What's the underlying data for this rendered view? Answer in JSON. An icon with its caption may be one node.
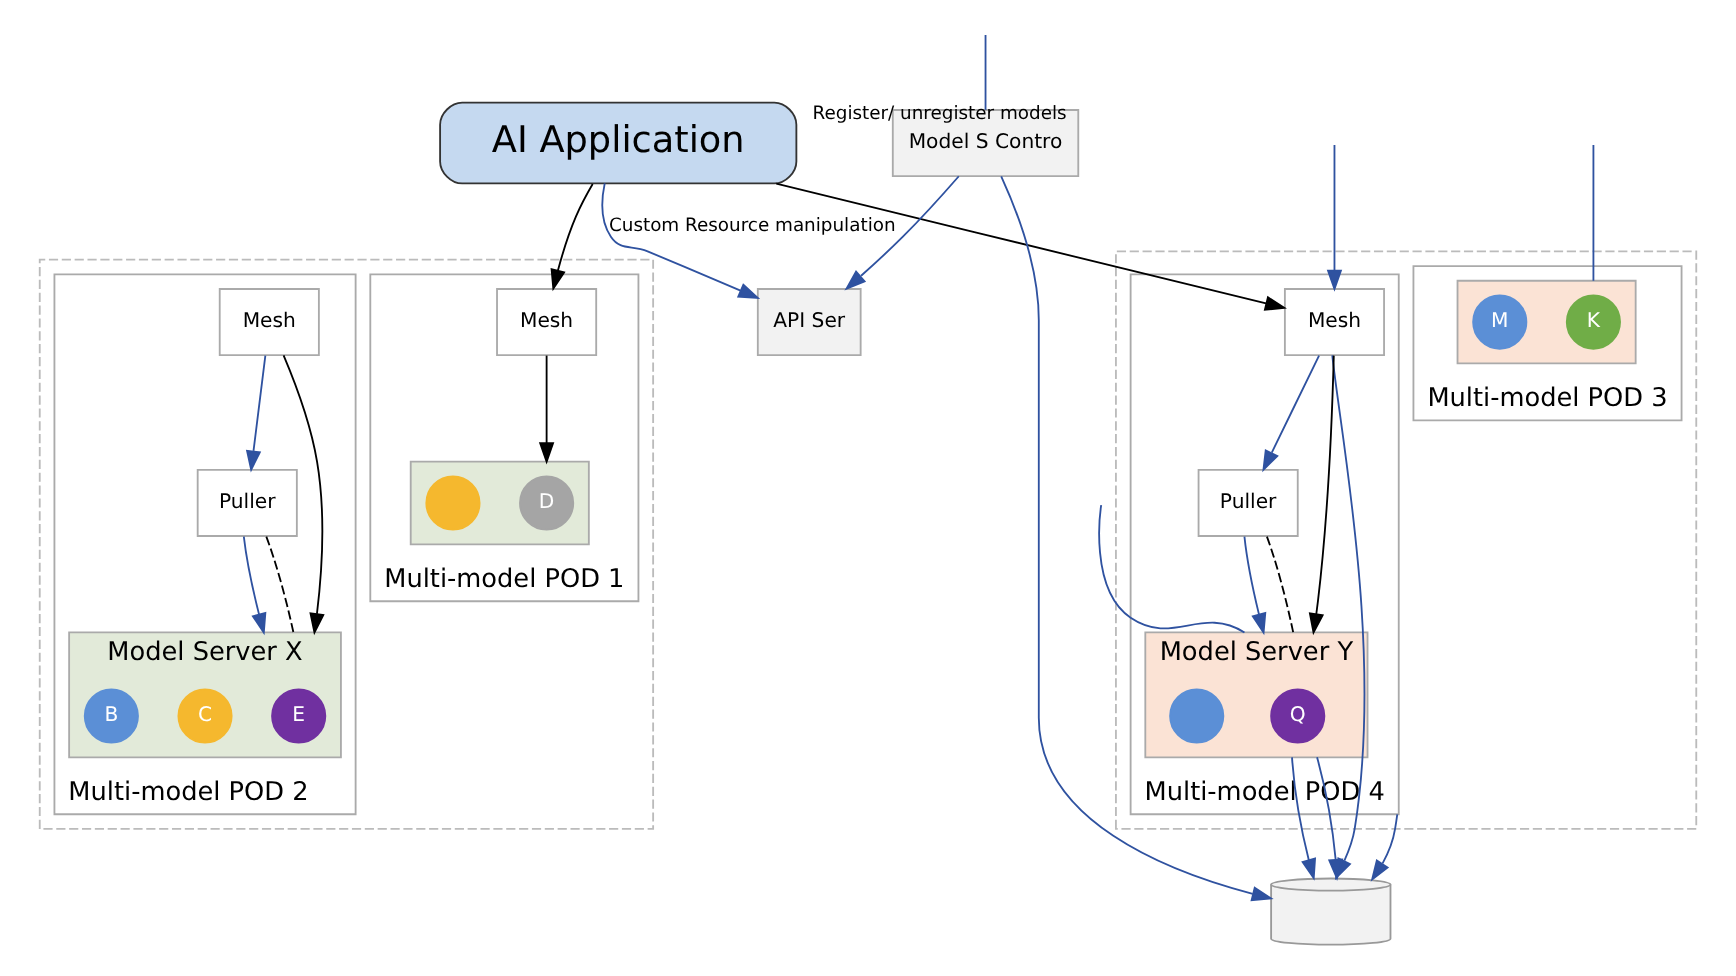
{
  "diagram": {
    "nodes": [
      {
        "text": [
          "AI Application"
        ]
      },
      {
        "text": [
          "API Ser"
        ]
      },
      {
        "text": [
          "Model S Contro"
        ]
      },
      {
        "text": [],
        "shape": "cylinder"
      },
      {
        "text": [],
        "shape": "box"
      },
      {
        "text": [
          "Multi-model POD 1"
        ],
        "in": 4
      },
      {
        "text": [
          "Mesh"
        ],
        "in": 5
      },
      {
        "text": [],
        "shape": "box",
        "in": 5
      },
      {
        "text": [
          "D"
        ],
        "in": 7
      },
      {
        "text": [],
        "shape": "circle",
        "in": 7
      },
      {
        "text": [
          "Multi-model POD 2"
        ],
        "in": 4
      },
      {
        "text": [
          "Mesh"
        ],
        "in": 10
      },
      {
        "text": [
          "Puller"
        ],
        "in": 10
      },
      {
        "text": [
          "Model Server X"
        ],
        "in": 10
      },
      {
        "text": [
          "E"
        ],
        "in": 13
      },
      {
        "text": [
          "C"
        ],
        "in": 13
      },
      {
        "text": [
          "B"
        ],
        "in": 13
      },
      {
        "text": [],
        "shape": "box"
      },
      {
        "text": [
          "Multi-model POD 3"
        ],
        "in": 17
      },
      {
        "text": [],
        "shape": "box",
        "in": 18
      },
      {
        "text": [
          "K"
        ],
        "in": 19
      },
      {
        "text": [
          "M"
        ],
        "in": 19
      },
      {
        "text": [
          "Multi-model POD 4"
        ],
        "in": 17
      },
      {
        "text": [
          "Mesh"
        ],
        "in": 22
      },
      {
        "text": [
          "Puller"
        ],
        "in": 22
      },
      {
        "text": [
          "Model Server Y"
        ],
        "in": 22
      },
      {
        "text": [
          "Q"
        ],
        "in": 25
      },
      {
        "text": [],
        "shape": "circle",
        "in": 25
      }
    ],
    "edges": [
      {
        "from": 0,
        "to": 1,
        "arrow": "to",
        "label": "Custom Resource manipulation"
      },
      {
        "from": 0,
        "to": 6,
        "arrow": "to",
        "color": "#000000"
      },
      {
        "from": 0,
        "to": 23,
        "arrow": "to",
        "color": "#000000"
      },
      {
        "from": null,
        "to": 23,
        "arrow": "to"
      },
      {
        "from": null,
        "to": 2,
        "arrow": "none",
        "label": "Register/ unregister models"
      },
      {
        "from": 2,
        "to": 1,
        "arrow": "to"
      },
      {
        "from": 2,
        "to": 3,
        "arrow": "to"
      },
      {
        "from": 6,
        "to": 7,
        "arrow": "to",
        "color": "#000000"
      },
      {
        "from": 11,
        "to": 13,
        "arrow": "to",
        "color": "#000000"
      },
      {
        "from": 11,
        "to": 12,
        "arrow": "to"
      },
      {
        "from": 12,
        "to": 13,
        "arrow": "to"
      },
      {
        "from": 12,
        "to": 13,
        "arrow": "none",
        "style": "dashed",
        "color": "#000000"
      },
      {
        "from": null,
        "to": 19,
        "arrow": "none"
      },
      {
        "from": 23,
        "to": 25,
        "arrow": "to",
        "color": "#000000"
      },
      {
        "from": 23,
        "to": 24,
        "arrow": "to"
      },
      {
        "from": 24,
        "to": 25,
        "arrow": "to"
      },
      {
        "from": 24,
        "to": 25,
        "arrow": "none",
        "style": "dashed",
        "color": "#000000"
      },
      {
        "from": null,
        "to": 25,
        "arrow": "none"
      },
      {
        "from": 23,
        "to": 3,
        "arrow": "to"
      },
      {
        "from": 25,
        "to": 3,
        "arrow": "to"
      },
      {
        "from": 25,
        "to": 3,
        "arrow": "to"
      },
      {
        "from": 22,
        "to": 3,
        "arrow": "to"
      }
    ]
  }
}
